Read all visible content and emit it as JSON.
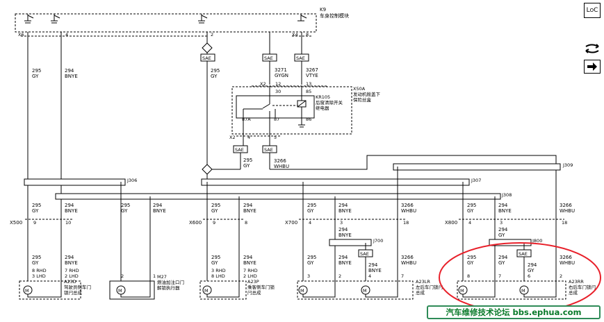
{
  "top_module": {
    "id": "K9",
    "name": "车身控制模块",
    "pin_a": "X6",
    "pin_b": "4",
    "pin_c": "2",
    "pin_d": "X4",
    "pin_e": "8"
  },
  "sae": "SAE",
  "top_wires": [
    {
      "num": "295",
      "color": "GY"
    },
    {
      "num": "294",
      "color": "BNYE"
    },
    {
      "num": "295",
      "color": "GY"
    },
    {
      "num": "3271",
      "color": "GYGN"
    },
    {
      "num": "3267",
      "color": "VTYE"
    }
  ],
  "relay_block": {
    "id": "X50A",
    "name1": "发动机舱盖下",
    "name2": "保险丝盒",
    "relay_id": "KR105",
    "relay_name1": "后窗清除开关",
    "relay_name2": "继电器",
    "conn": "X2",
    "pin_12": "12",
    "pin_13": "13",
    "pin_30": "30",
    "pin_85": "85",
    "pin_87a": "87A",
    "pin_87": "87",
    "pin_86": "86",
    "pin_4": "4",
    "pin_5": "5"
  },
  "mid_wires": [
    {
      "num": "295",
      "color": "GY"
    },
    {
      "num": "3266",
      "color": "WHBU"
    }
  ],
  "splices": {
    "j306": "J306",
    "j307": "J307",
    "j308": "J308",
    "j309": "J309",
    "j700": "J700",
    "j800": "J800"
  },
  "bus_wires": [
    {
      "num": "295",
      "color": "GY"
    },
    {
      "num": "294",
      "color": "BNYE"
    },
    {
      "num": "295",
      "color": "GY"
    },
    {
      "num": "294",
      "color": "BNYE"
    },
    {
      "num": "295",
      "color": "GY"
    },
    {
      "num": "294",
      "color": "BNYE"
    },
    {
      "num": "295",
      "color": "GY"
    },
    {
      "num": "294",
      "color": "BNYE"
    },
    {
      "num": "3266",
      "color": "WHBU"
    },
    {
      "num": "295",
      "color": "GY"
    },
    {
      "num": "294",
      "color": "BNYE"
    },
    {
      "num": "3266",
      "color": "WHBU"
    }
  ],
  "connectors": [
    {
      "id": "X500",
      "p1": "9",
      "p2": "10"
    },
    {
      "id": "X600",
      "p1": "9",
      "p2": "8"
    },
    {
      "id": "X700",
      "p1": "4",
      "p2": "3",
      "p3": "18"
    },
    {
      "id": "X800",
      "p1": "4",
      "p2": "3",
      "p3": "18"
    }
  ],
  "low_wires": [
    {
      "num": "295",
      "color": "GY"
    },
    {
      "num": "294",
      "color": "BNYE"
    },
    {
      "num": "295",
      "color": "GY"
    },
    {
      "num": "294",
      "color": "BNYE"
    },
    {
      "num": "295",
      "color": "GY"
    },
    {
      "num": "294",
      "color": "BNYE"
    },
    {
      "num": "3266",
      "color": "WHBU"
    },
    {
      "num": "295",
      "color": "GY"
    },
    {
      "num": "294",
      "color": "GY"
    },
    {
      "num": "3266",
      "color": "WHBU"
    }
  ],
  "j700_wire": {
    "num": "294",
    "color": "BNYE"
  },
  "j700_out": {
    "num": "294",
    "color": "BNYE"
  },
  "j800_wire": {
    "num": "294",
    "color": "GY"
  },
  "j800_out": {
    "num": "294",
    "color": "GY"
  },
  "actuators": [
    {
      "id": "A23D",
      "name1": "驾驶员侧车门",
      "name2": "锁闩总成",
      "pins": [
        "8 RHD",
        "3 LHD",
        "7 RHD",
        "2 LHD"
      ]
    },
    {
      "id": "M27",
      "name1": "燃油加注口门",
      "name2": "解锁执行器",
      "pins": [
        "2",
        "1"
      ]
    },
    {
      "id": "A23P",
      "name1": "乘客侧车门锁",
      "name2": "闩总成",
      "pins": [
        "3 RHD",
        "8 LHD",
        "7 RHD",
        "2 LHD"
      ]
    },
    {
      "id": "A23LR",
      "name1": "左后车门锁闩",
      "name2": "总成",
      "pins": [
        "3",
        "2",
        "4",
        "7"
      ]
    },
    {
      "id": "A23RR",
      "name1": "右后车门锁闩",
      "name2": "总成",
      "pins": [
        "8",
        "7",
        "6",
        "2"
      ]
    }
  ],
  "motor_label": "M",
  "side_icons": {
    "loc": "LₒC",
    "loc_top": "L",
    "loc_o": "O",
    "loc_c": "C",
    "swap": "swap-icon",
    "arrow": "arrow-right-icon"
  },
  "banner": "汽车维修技术论坛 bbs.ephua.com",
  "highlight_color": "#e8202a",
  "banner_color": "#0a7a2a"
}
